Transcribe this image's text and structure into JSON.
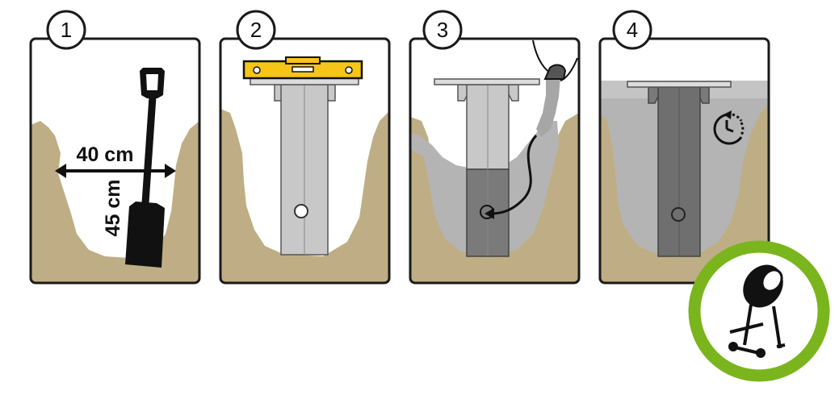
{
  "steps": [
    {
      "number": "1",
      "icon": "shovel-icon",
      "width_label": "40 cm",
      "depth_label": "45 cm"
    },
    {
      "number": "2",
      "icon": "spirit-level-icon"
    },
    {
      "number": "3",
      "icon": "concrete-pour-icon"
    },
    {
      "number": "4",
      "icon": "timer-icon"
    }
  ],
  "badge": {
    "icon": "concrete-mixer-icon",
    "ring_color": "#7ab51d"
  },
  "colors": {
    "soil": "#bfae85",
    "concrete": "#b4b4b4",
    "post_light": "#c8c8c8",
    "post_dark": "#6f6f6f",
    "level": "#f5c518",
    "outline": "#1a1a1a"
  }
}
